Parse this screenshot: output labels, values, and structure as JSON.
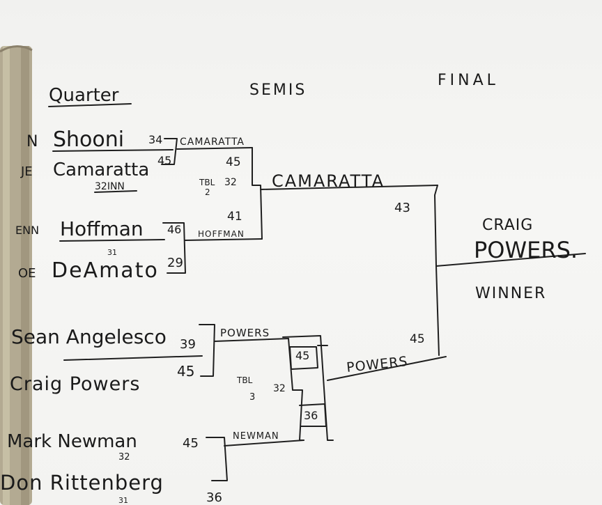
{
  "headers": {
    "quarter": "Quarter",
    "semis": "SEMIS",
    "final": "FINAL"
  },
  "quarterfinals": [
    {
      "name": "Shooni",
      "prefix": "N",
      "score": "34"
    },
    {
      "name": "Camaratta",
      "prefix": "JE",
      "score": "45",
      "note": "32INN"
    },
    {
      "name": "Hoffman",
      "prefix": "ENN",
      "score": "46"
    },
    {
      "name": "DeAmato",
      "prefix": "OE",
      "score": "29",
      "note": "31"
    },
    {
      "name": "Sean Angelesco",
      "score": "39"
    },
    {
      "name": "Craig Powers",
      "score": "45"
    },
    {
      "name": "Mark Newman",
      "score": "45",
      "note": "32"
    },
    {
      "name": "Don Rittenberg",
      "score": "36",
      "note": "31"
    }
  ],
  "semifinals": [
    {
      "name": "CAMARATTA",
      "score": "45"
    },
    {
      "name": "HOFFMAN",
      "score": "41"
    },
    {
      "name": "POWERS",
      "score": "45"
    },
    {
      "name": "NEWMAN",
      "score": "36"
    }
  ],
  "semi_tiebreaks": [
    {
      "label": "TBL",
      "label2": "2",
      "score": "32"
    },
    {
      "label": "TBL",
      "label2": "3",
      "score": "32"
    }
  ],
  "finals": [
    {
      "name": "CAMARATTA",
      "score": "43"
    },
    {
      "name": "POWERS",
      "score": "45"
    }
  ],
  "champion": {
    "first": "CRAIG",
    "last": "POWERS.",
    "label": "WINNER"
  },
  "colors": {
    "ink": "#1f1f1f",
    "paper": "#f3f3f1",
    "clip": "#b3aa92"
  }
}
